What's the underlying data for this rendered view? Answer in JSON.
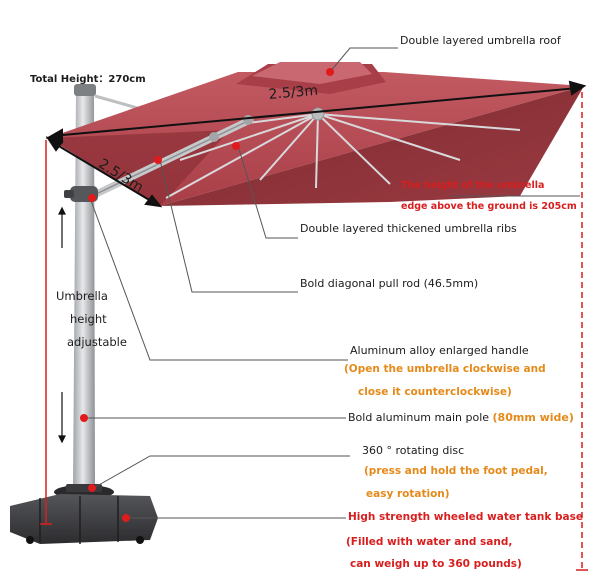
{
  "total_height": "Total Height：270cm",
  "dimension_front": "2.5/3m",
  "dimension_side": "2.5/3m",
  "roof_label": "Double layered umbrella roof",
  "height_note": {
    "line1": "The height of the umbrella",
    "line2": "edge above the ground is 205cm"
  },
  "ribs_label": "Double layered thickened umbrella ribs",
  "pull_rod_label": "Bold diagonal pull rod (46.5mm)",
  "height_adjust": {
    "line1": "Umbrella",
    "line2": "height",
    "line3": "adjustable"
  },
  "handle": {
    "title": "Aluminum alloy enlarged handle",
    "note1": "(Open the umbrella clockwise and",
    "note2": "close it counterclockwise)"
  },
  "pole": {
    "title": "Bold aluminum main pole",
    "note": "(80mm wide)"
  },
  "disc": {
    "title": "360 ° rotating disc",
    "note1": "(press and hold the foot pedal,",
    "note2": "easy rotation)"
  },
  "base": {
    "title": "High strength wheeled water tank base",
    "note1": "(Filled with water and sand,",
    "note2": "can weigh up to 360 pounds)"
  },
  "colors": {
    "canopy": "#b5474f",
    "canopy_dark": "#8e2f36",
    "pole": "#c9cbcd",
    "base": "#3b3b3e",
    "accent_red": "#d81e1e",
    "accent_orange": "#e58a1a"
  }
}
